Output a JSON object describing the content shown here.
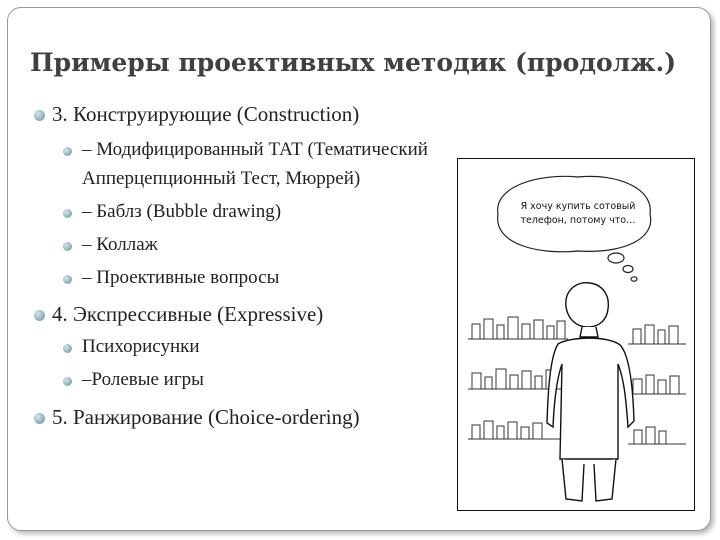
{
  "slide": {
    "title": "Примеры проективных методик (продолж.)",
    "items": [
      {
        "level": 1,
        "text": "3. Конструирующие (Construction)"
      },
      {
        "level": 2,
        "lines": [
          "– Модифицированный ТАТ (Тематический",
          "Апперцепционный Тест, Мюррей)"
        ]
      },
      {
        "level": 2,
        "text": "– Баблз (Bubble drawing)"
      },
      {
        "level": 2,
        "text": "– Коллаж"
      },
      {
        "level": 2,
        "text": "– Проективные вопросы"
      },
      {
        "level": 1,
        "text": "4. Экспрессивные (Expressive)"
      },
      {
        "level": 2,
        "text": "Психорисунки"
      },
      {
        "level": 2,
        "text": "–Ролевые игры"
      },
      {
        "level": 1,
        "text": "5. Ранжирование (Choice-ordering)"
      }
    ]
  },
  "illustration": {
    "speech_bubble": "Я хочу купить сотовый телефон, потому что…"
  },
  "colors": {
    "title": "#404040",
    "bullet": "#8fb0ba",
    "text": "#222222"
  }
}
